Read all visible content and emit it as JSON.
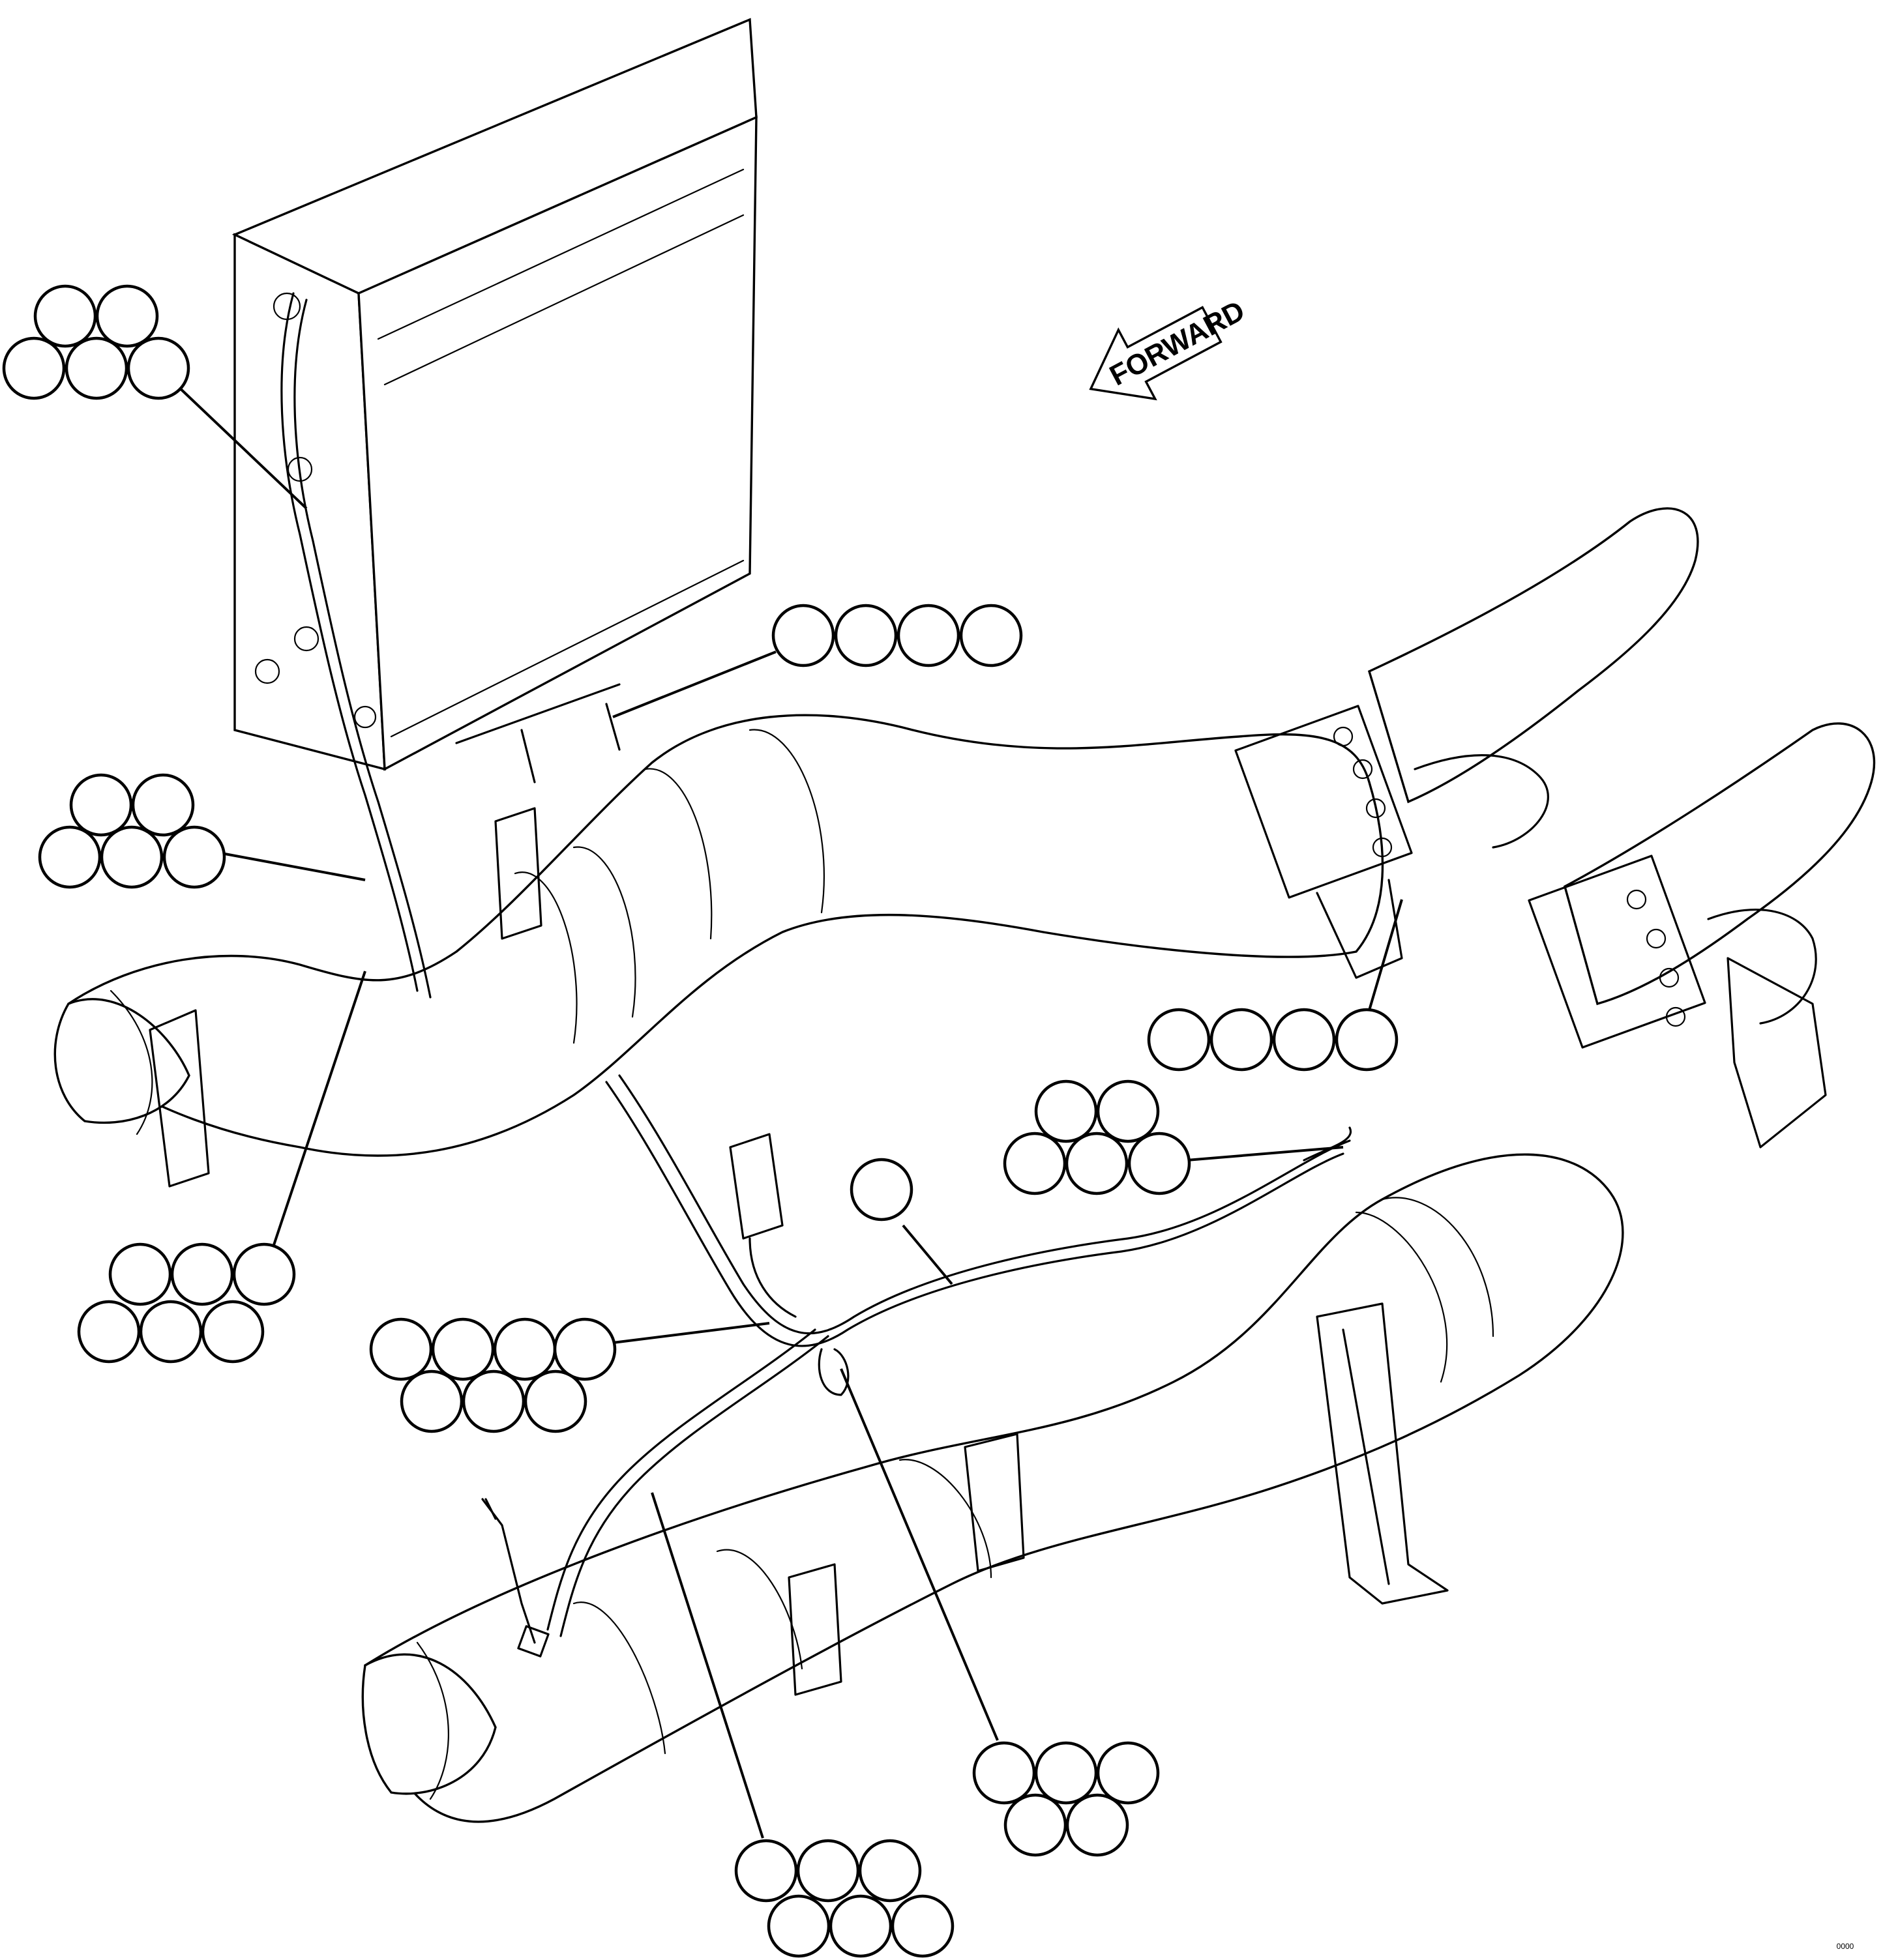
{
  "figure": {
    "direction_label": "FORWARD",
    "figure_code": "0000"
  },
  "colors": {
    "line": "#000000",
    "background": "#ffffff"
  },
  "components": [
    "aftertreatment-box",
    "exhaust-pipe-upper",
    "exhaust-pipe-lower",
    "wiring-harness",
    "nox-sensor-assemblies",
    "mounting-brackets",
    "temperature-sensor"
  ],
  "callout_groups": [
    {
      "id": "group-1",
      "balloon_count": 5
    },
    {
      "id": "group-2",
      "balloon_count": 4
    },
    {
      "id": "group-3",
      "balloon_count": 5
    },
    {
      "id": "group-4",
      "balloon_count": 4
    },
    {
      "id": "group-5",
      "balloon_count": 5
    },
    {
      "id": "group-6",
      "balloon_count": 1
    },
    {
      "id": "group-7",
      "balloon_count": 6
    },
    {
      "id": "group-8",
      "balloon_count": 7
    },
    {
      "id": "group-9",
      "balloon_count": 5
    },
    {
      "id": "group-10",
      "balloon_count": 6
    }
  ]
}
